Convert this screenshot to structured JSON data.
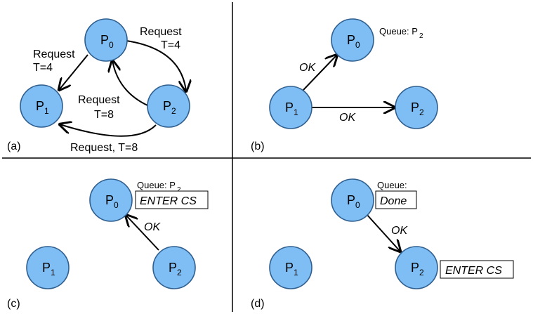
{
  "nodes": {
    "p0": {
      "main": "P",
      "sub": "0"
    },
    "p1": {
      "main": "P",
      "sub": "1"
    },
    "p2": {
      "main": "P",
      "sub": "2"
    }
  },
  "panels": {
    "a": {
      "tag": "(a)",
      "req_p0_p1": [
        "Request",
        "T=4"
      ],
      "req_p0_p2": [
        "Request",
        "T=4"
      ],
      "req_p2_p0": [
        "Request",
        "T=8"
      ],
      "req_p2_p1": "Request,  T=8"
    },
    "b": {
      "tag": "(b)",
      "queue_label": "Queue: P",
      "queue_sub": "2",
      "ok_to_p0": "OK",
      "ok_to_p2": "OK"
    },
    "c": {
      "tag": "(c)",
      "queue_label": "Queue: P",
      "queue_sub": "2",
      "box": "ENTER CS",
      "ok_to_p0": "OK"
    },
    "d": {
      "tag": "(d)",
      "queue_label": "Queue:",
      "box_p0": "Done",
      "ok_to_p2": "OK",
      "box_p2": "ENTER CS"
    }
  },
  "colors": {
    "node_fill": "#7fbef4",
    "node_stroke": "#2f5f8f"
  }
}
